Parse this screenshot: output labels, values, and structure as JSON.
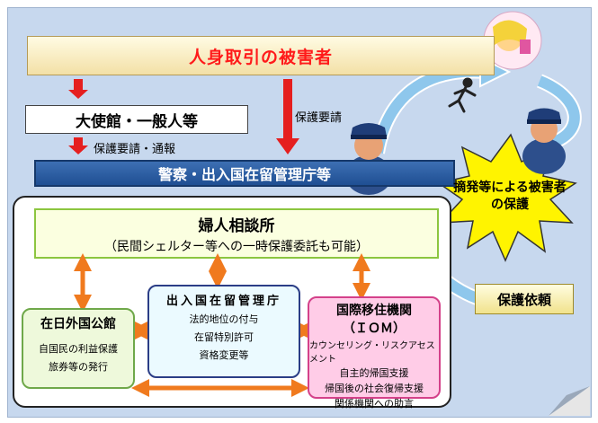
{
  "victim_label": "人身取引の被害者",
  "embassy_label": "大使館・一般人等",
  "police_label": "警察・出入国在留管理庁等",
  "arrow_protection_request": "保護要請",
  "arrow_protection_report": "保護要請・通報",
  "arrest_text": "摘発等による被害者の保護",
  "protection_request_badge": "保護依頼",
  "fujin": {
    "title": "婦人相談所",
    "subtitle": "（民間シェルター等への一時保護委託も可能）"
  },
  "immigration": {
    "title": "出入国在留管理庁",
    "lines": [
      "法的地位の付与",
      "在留特別許可",
      "資格変更等"
    ]
  },
  "consulate": {
    "title": "在日外国公館",
    "lines": [
      "自国民の利益保護",
      "旅券等の発行"
    ]
  },
  "iom": {
    "title": "国際移住機関",
    "abbr": "（ＩＯＭ）",
    "lines": [
      "カウンセリング・リスクアセスメント",
      "自主的帰国支援",
      "帰国後の社会復帰支援",
      "関係機関への助言"
    ]
  },
  "colors": {
    "background": "#c7d8ee",
    "victim_text": "#ff1a1a",
    "police_box": "#2a5ea6",
    "fujin_border": "#8cc63f",
    "orange_arrow": "#f07a1e",
    "red_arrow": "#e51f1f",
    "starburst": "#fff400"
  }
}
